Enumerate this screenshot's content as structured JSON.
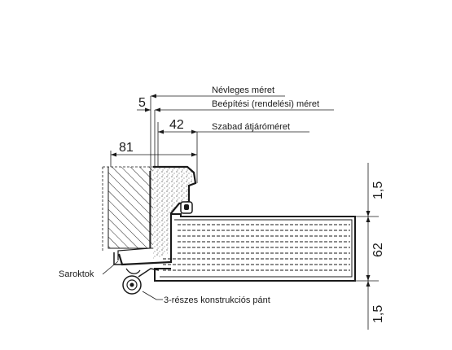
{
  "labels": {
    "nevleges": "Névleges méret",
    "beepitesi": "Beépítési (rendelési) méret",
    "szabad": "Szabad átjáróméret",
    "sarok": "Saroktok",
    "pant": "3-részes konstrukciós pánt"
  },
  "dimensions": {
    "d5": "5",
    "d42": "42",
    "d81": "81",
    "d15_top": "1,5",
    "d62": "62",
    "d15_bottom": "1,5"
  }
}
